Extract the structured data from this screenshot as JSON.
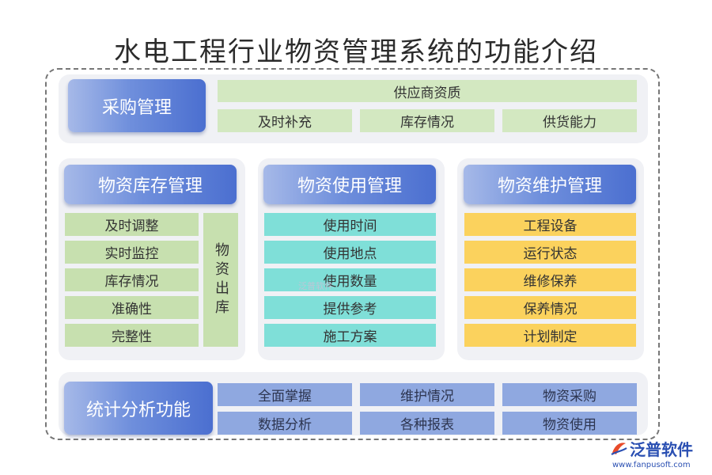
{
  "title": "水电工程行业物资管理系统的功能介绍",
  "procurement": {
    "header": "采购管理",
    "top_item": "供应商资质",
    "items": [
      "及时补充",
      "库存情况",
      "供货能力"
    ]
  },
  "inventory": {
    "header": "物资库存管理",
    "items": [
      "及时调整",
      "实时监控",
      "库存情况",
      "准确性",
      "完整性"
    ],
    "side_label": "物资出库"
  },
  "usage": {
    "header": "物资使用管理",
    "items": [
      "使用时间",
      "使用地点",
      "使用数量",
      "提供参考",
      "施工方案"
    ]
  },
  "maintenance": {
    "header": "物资维护管理",
    "items": [
      "工程设备",
      "运行状态",
      "维修保养",
      "保养情况",
      "计划制定"
    ]
  },
  "statistics": {
    "header": "统计分析功能",
    "row1": [
      "全面掌握",
      "维护情况",
      "物资采购"
    ],
    "row2": [
      "数据分析",
      "各种报表",
      "物资使用"
    ]
  },
  "logo": {
    "text": "泛普软件",
    "url": "www.fanpusoft.com"
  },
  "watermark": "泛普软件",
  "colors": {
    "header_blue": "#5a7dd6",
    "light_green": "#d3e8c1",
    "teal": "#7fdfd8",
    "yellow": "#fbd25d",
    "stat_blue": "#8fa8e0"
  }
}
